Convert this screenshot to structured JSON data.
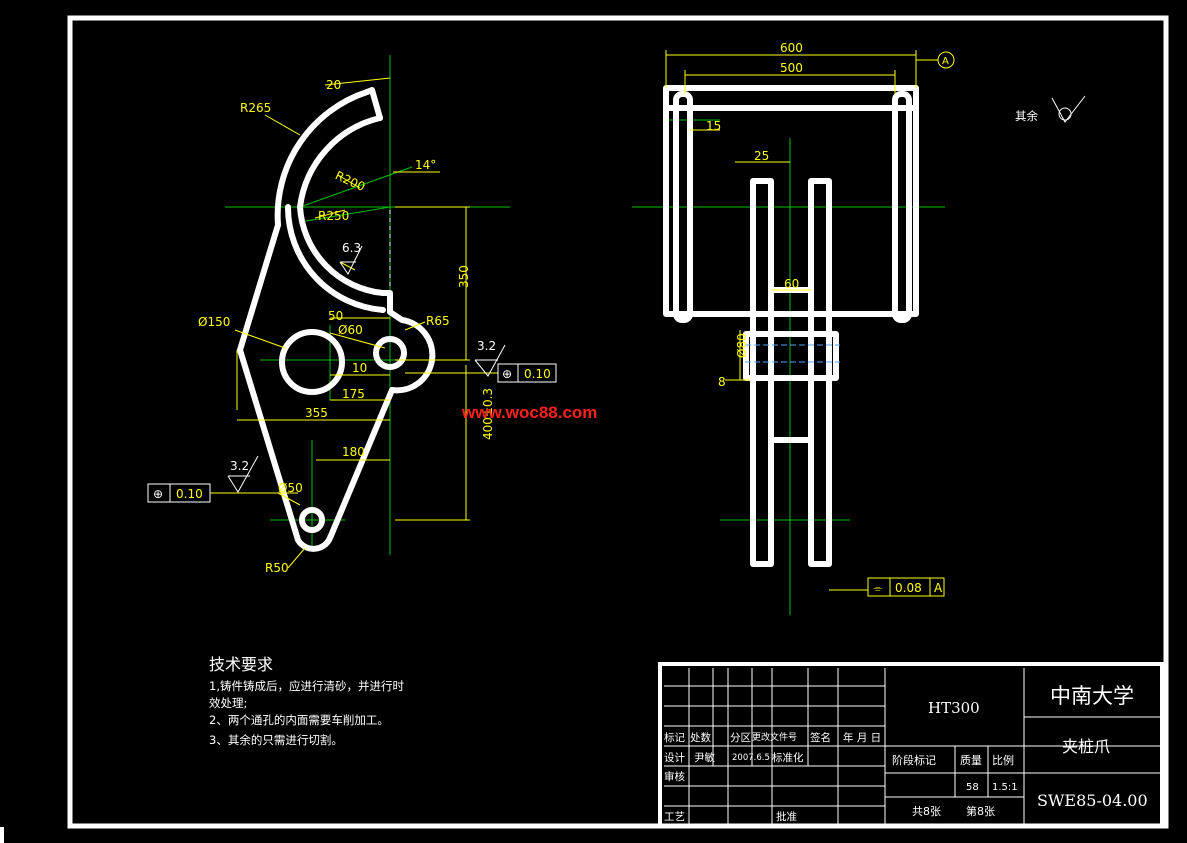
{
  "left_view": {
    "dims": {
      "d20": "20",
      "r265": "R265",
      "r200": "R200",
      "angle": "14°",
      "r250": "R250",
      "rough_63": "6.3",
      "d350": "350",
      "d50": "50",
      "phi60": "Ø60",
      "r65": "R65",
      "phi150": "Ø150",
      "d10": "10",
      "d175": "175",
      "d355": "355",
      "d400": "400±0.3",
      "d180": "180",
      "phi50": "Ø50",
      "r50": "R50",
      "rough_32a": "3.2",
      "rough_32b": "3.2"
    },
    "tol_right": {
      "symbol": "⊕",
      "value": "0.10"
    },
    "tol_left": {
      "symbol": "⊕",
      "value": "0.10"
    }
  },
  "right_view": {
    "dims": {
      "d600": "600",
      "d500": "500",
      "d15": "15",
      "d25": "25",
      "d60": "60",
      "phi80": "Ø80",
      "d8": "8"
    },
    "datum_a": "A",
    "tol_bottom": {
      "symbol": "⌯",
      "value": "0.08",
      "datum": "A"
    }
  },
  "other_roughness": {
    "label": "其余"
  },
  "watermark": "www.woc88.com",
  "tech_requirements": {
    "title": "技术要求",
    "lines": [
      "1,铸件铸成后，应进行清砂，并进行时",
      "效处理;",
      "2、两个通孔的内面需要车削加工。",
      "3、其余的只需进行切割。"
    ]
  },
  "title_block": {
    "material": "HT300",
    "school": "中南大学",
    "part_name": "夹桩爪",
    "drawing_no": "SWE85-04.00",
    "headers": {
      "mark": "标记",
      "count": "处数",
      "zone": "分区",
      "doc": "更改文件号",
      "sign": "签名",
      "date": "年 月 日"
    },
    "design_label": "设计",
    "designer": "尹敏",
    "design_date": "2007.6.5",
    "standard": "标准化",
    "review": "审核",
    "process": "工艺",
    "approve": "批准",
    "stage_label": "阶段标记",
    "mass_label": "质量",
    "scale_label": "比例",
    "mass": "58",
    "scale": "1.5:1",
    "sheets_total": "共8张",
    "sheet_no": "第8张"
  }
}
